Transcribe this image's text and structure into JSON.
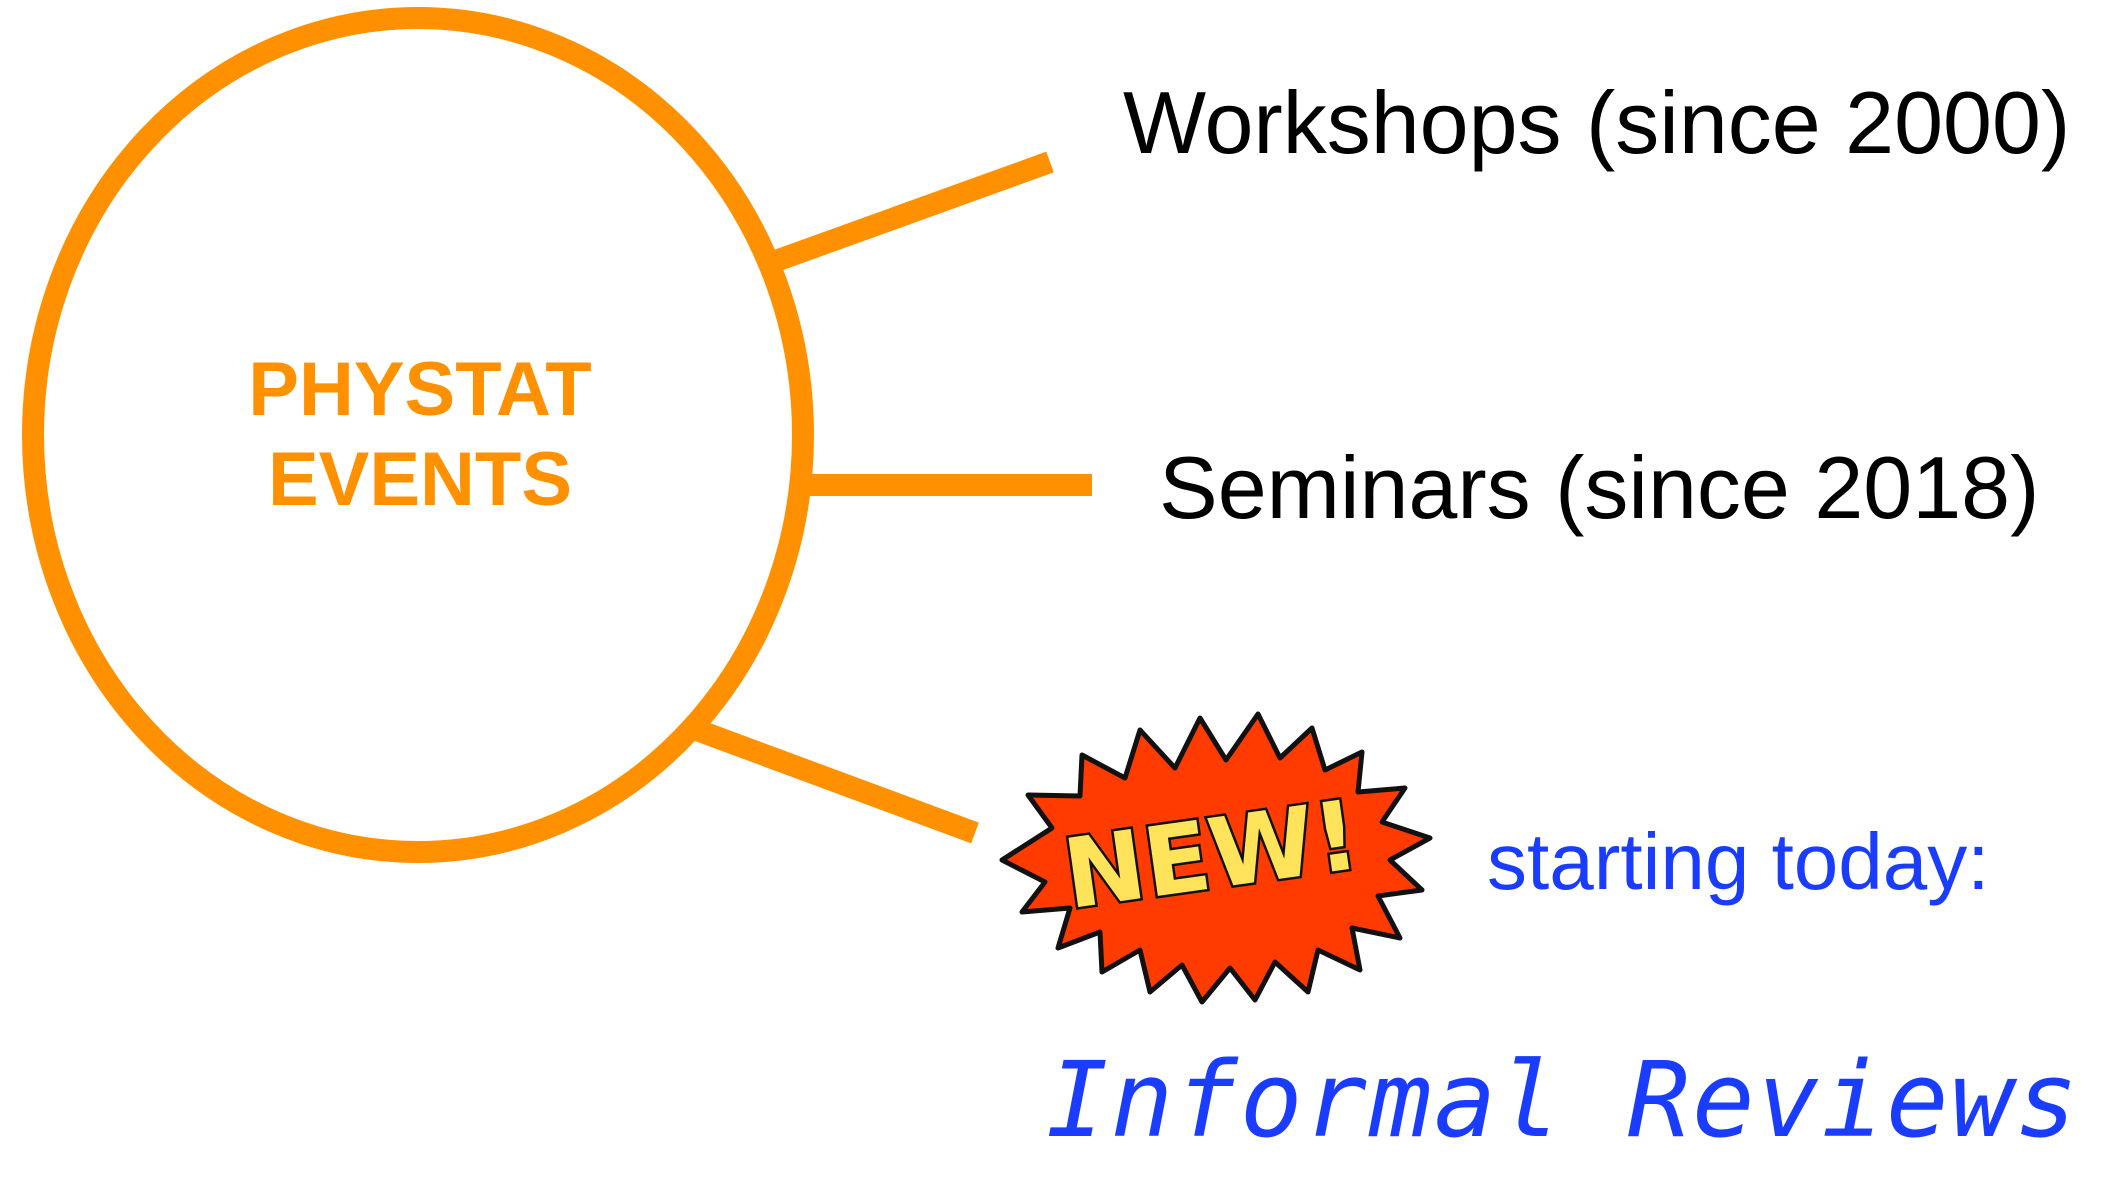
{
  "center": {
    "line1": "PHYSTAT",
    "line2": "EVENTS"
  },
  "branches": {
    "workshops": "Workshops (since 2000)",
    "seminars": "Seminars (since 2018)",
    "new_badge_text": "NEW!",
    "new_caption": "starting today:",
    "new_item": "Informal Reviews"
  },
  "colors": {
    "accent": "#FF9100",
    "highlight_blue": "#1A3CFF",
    "burst_red": "#FF3B00",
    "burst_yellow": "#FFE35A"
  }
}
